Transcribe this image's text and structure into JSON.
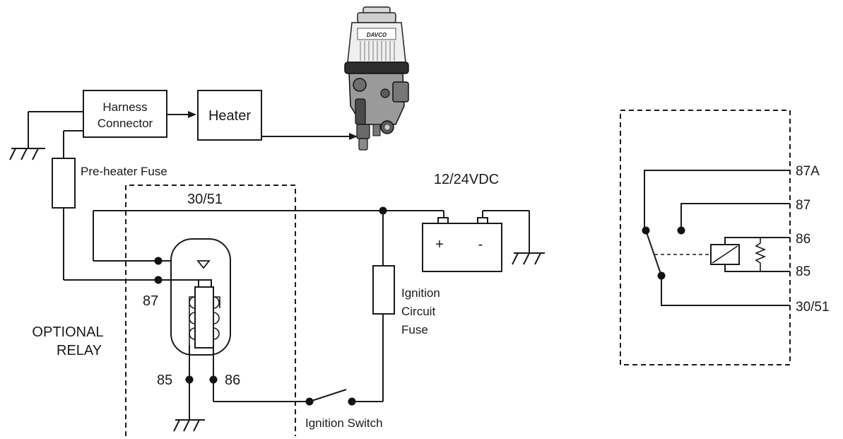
{
  "boxes": {
    "harness_line1": "Harness",
    "harness_line2": "Connector",
    "heater": "Heater"
  },
  "product": {
    "brand": "DAVCO"
  },
  "labels": {
    "preheater_fuse": "Pre-heater Fuse",
    "term_3051": "30/51",
    "supply_voltage": "12/24VDC",
    "battery_plus": "+",
    "battery_minus": "-",
    "ignition_fuse_1": "Ignition",
    "ignition_fuse_2": "Circuit",
    "ignition_fuse_3": "Fuse",
    "term_87": "87",
    "optional_1": "OPTIONAL",
    "optional_2": "RELAY",
    "term_85": "85",
    "term_86": "86",
    "ignition_switch": "Ignition Switch"
  },
  "relay_schematic": {
    "pins": [
      "87A",
      "87",
      "86",
      "85",
      "30/51"
    ]
  }
}
